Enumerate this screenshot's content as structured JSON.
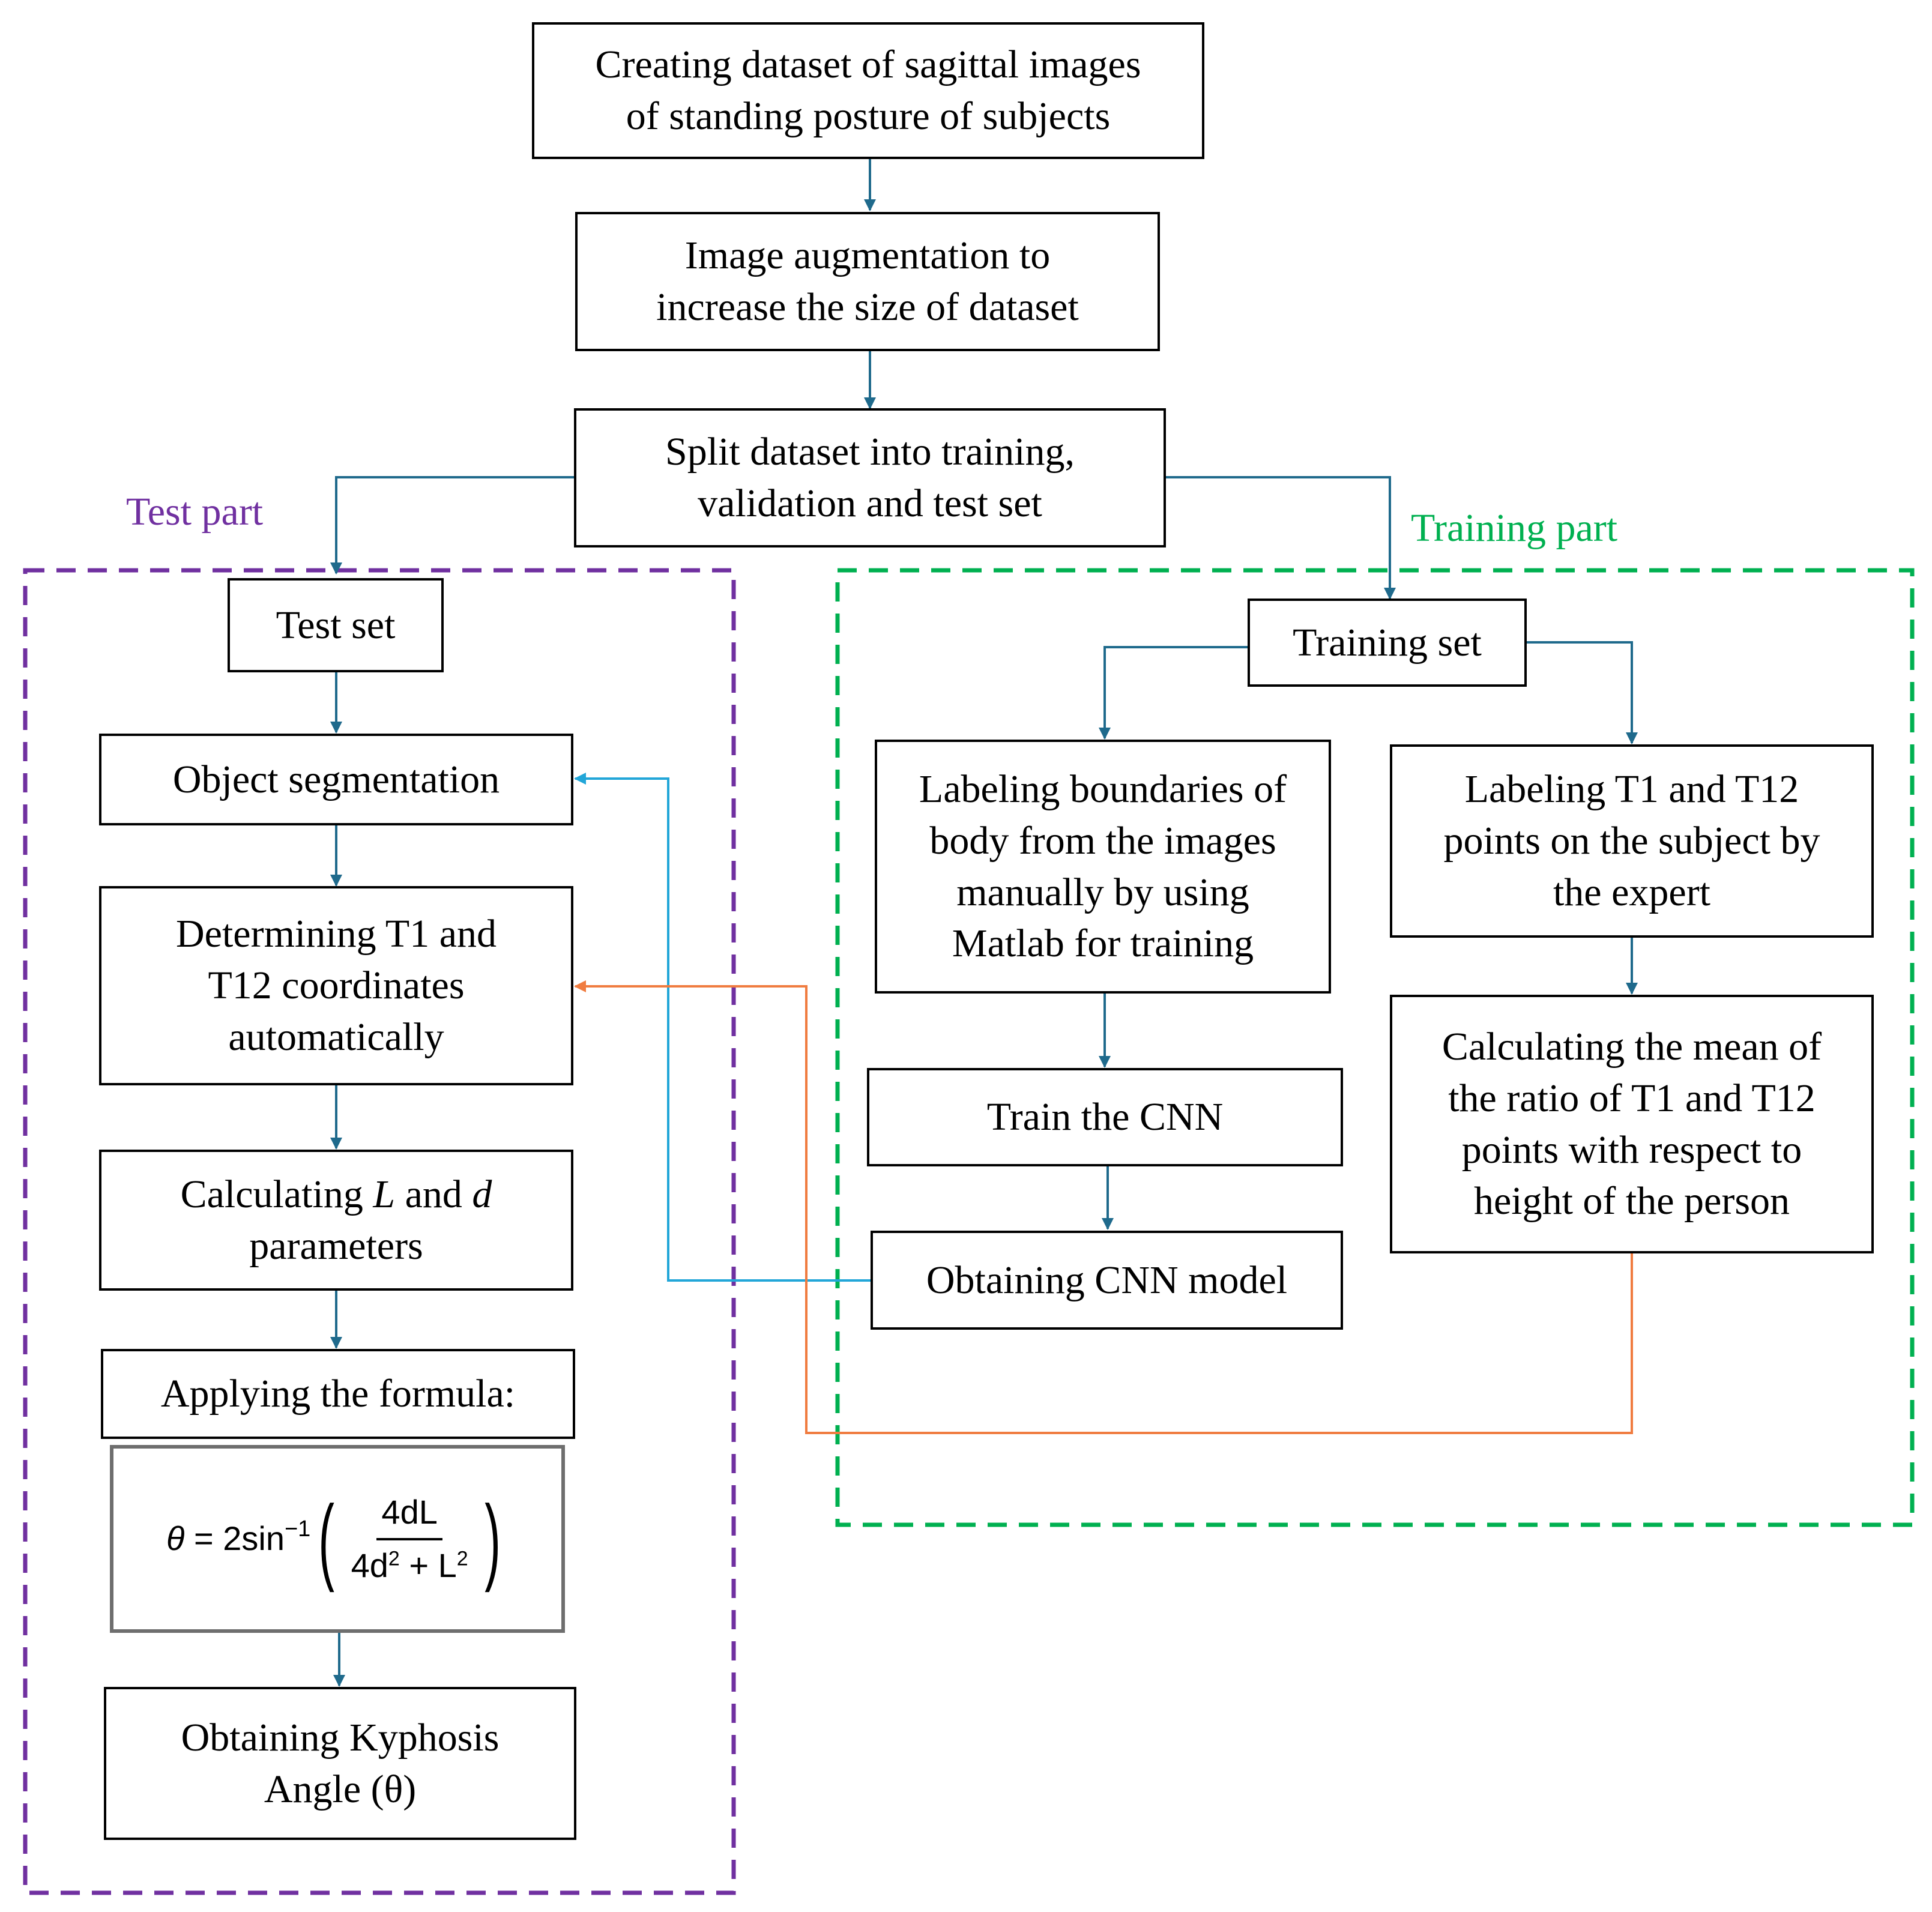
{
  "labels": {
    "test_part": "Test part",
    "training_part": "Training part"
  },
  "colors": {
    "test_part": "#7030a0",
    "training_part": "#00b050",
    "flow_arrow": "#1f6a8c",
    "cnn_model_arrow": "#22a6d8",
    "ratio_arrow": "#f07c40"
  },
  "nodes": {
    "create_dataset": {
      "lines": [
        "Creating dataset of sagittal images",
        "of standing posture of subjects"
      ]
    },
    "augmentation": {
      "lines": [
        "Image augmentation to",
        "increase the size of dataset"
      ]
    },
    "split": {
      "lines": [
        "Split dataset into training,",
        "validation and test set"
      ]
    },
    "test_set": {
      "lines": [
        "Test set"
      ]
    },
    "object_segmentation": {
      "lines": [
        "Object segmentation"
      ]
    },
    "determining": {
      "lines": [
        "Determining T1 and",
        "T12 coordinates",
        "automatically"
      ]
    },
    "calculating_ld": {
      "pre": "Calculating ",
      "L": "L",
      "mid": " and ",
      "d": "d",
      "line2": "parameters"
    },
    "applying_formula": {
      "lines": [
        "Applying the formula:"
      ]
    },
    "formula": {
      "theta": "θ",
      "eq": " = 2sin",
      "sup": "−1",
      "num": "4dL",
      "den_a": "4d",
      "den_a_sup": "2",
      "den_plus": " + ",
      "den_b": "L",
      "den_b_sup": "2"
    },
    "kyphosis": {
      "lines": [
        "Obtaining Kyphosis",
        "Angle (θ)"
      ]
    },
    "training_set": {
      "lines": [
        "Training set"
      ]
    },
    "labeling_boundaries": {
      "lines": [
        "Labeling boundaries of",
        "body from the images",
        "manually by using",
        "Matlab for training"
      ]
    },
    "train_cnn": {
      "lines": [
        "Train the CNN"
      ]
    },
    "cnn_model": {
      "lines": [
        "Obtaining CNN model"
      ]
    },
    "labeling_points": {
      "lines": [
        "Labeling T1 and T12",
        "points on the subject by",
        "the expert"
      ]
    },
    "calculating_mean": {
      "lines": [
        "Calculating the mean of",
        "the ratio of T1 and T12",
        "points with respect to",
        "height of the person"
      ]
    }
  }
}
